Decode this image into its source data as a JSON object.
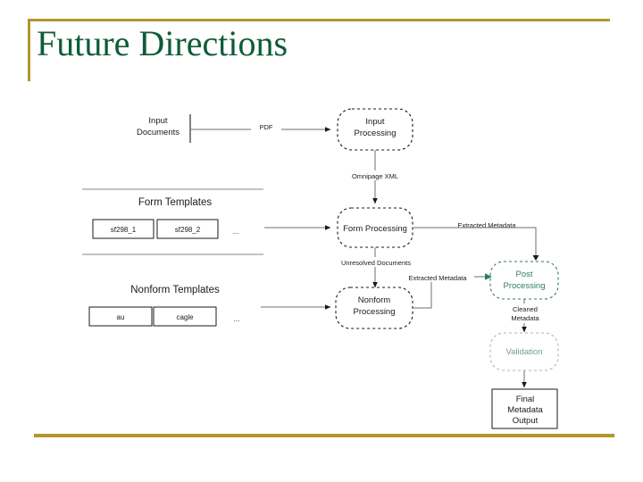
{
  "slide": {
    "title": "Future Directions",
    "accent_color": "#b3972b",
    "title_color": "#0d5c38",
    "background_color": "#ffffff"
  },
  "diagram": {
    "type": "flow-pipeline",
    "nodes": [
      {
        "id": "input-documents",
        "label": "Input\nDocuments",
        "line1": "Input",
        "line2": "Documents",
        "shape": "plain-text-with-bar",
        "style": "black"
      },
      {
        "id": "input-processing",
        "label": "Input\nProcessing",
        "line1": "Input",
        "line2": "Processing",
        "shape": "dashed-rounded",
        "style": "black"
      },
      {
        "id": "form-processing",
        "label": "Form Processing",
        "line1": "Form Processing",
        "line2": "",
        "shape": "dashed-rounded",
        "style": "black"
      },
      {
        "id": "nonform-processing",
        "label": "Nonform\nProcessing",
        "line1": "Nonform",
        "line2": "Processing",
        "shape": "dashed-rounded",
        "style": "black"
      },
      {
        "id": "post-processing",
        "label": "Post\nProcessing",
        "line1": "Post",
        "line2": "Processing",
        "shape": "dashed-rounded",
        "style": "green"
      },
      {
        "id": "validation",
        "label": "Validation",
        "line1": "Validation",
        "line2": "",
        "shape": "dashed-rounded",
        "style": "green-pale"
      },
      {
        "id": "final-output",
        "label": "Final\nMetadata\nOutput",
        "line1": "Final",
        "line2": "Metadata",
        "line3": "Output",
        "shape": "solid-rect",
        "style": "black"
      }
    ],
    "groups": [
      {
        "id": "form-templates",
        "heading": "Form Templates",
        "chips": [
          "sf298_1",
          "sf298_2"
        ],
        "ellipsis": "..."
      },
      {
        "id": "nonform-templates",
        "heading": "Nonform Templates",
        "chips": [
          "au",
          "cagle"
        ],
        "ellipsis": "..."
      }
    ],
    "edge_labels": [
      {
        "id": "pdf",
        "text": "PDF"
      },
      {
        "id": "omnipage-xml",
        "text": "Omnipage XML"
      },
      {
        "id": "unresolved-documents",
        "text": "Unresolved Documents"
      },
      {
        "id": "extracted-metadata-form",
        "text": "Extracted Metadata"
      },
      {
        "id": "extracted-metadata-nonform",
        "text": "Extracted Metadata"
      },
      {
        "id": "cleaned-metadata",
        "text": "Cleaned Metadata",
        "line1": "Cleaned",
        "line2": "Metadata"
      }
    ],
    "colors": {
      "stroke_black": "#1a1a1a",
      "stroke_green": "#2f7a6a",
      "stroke_green_pale": "#9dbdb4",
      "stroke_gray": "#8a8a8a"
    }
  }
}
